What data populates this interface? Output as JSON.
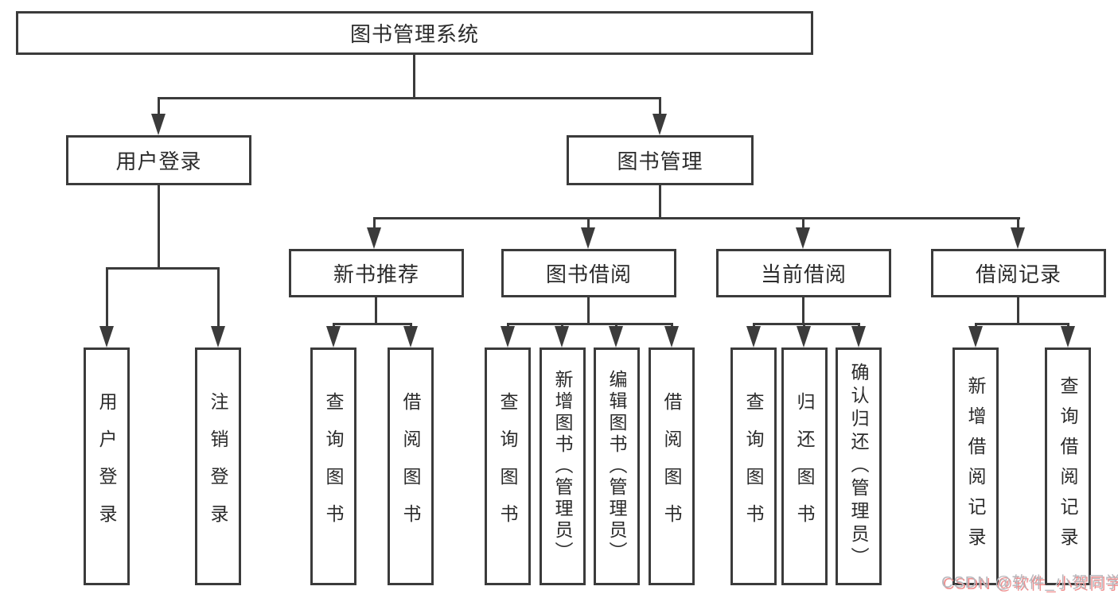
{
  "diagram_type": "hierarchy",
  "colors": {
    "line": "#3b3b3b",
    "box_border": "#3b3b3b",
    "text": "#2b2b2b",
    "background": "#ffffff",
    "watermark_gray": "#b7b7bc",
    "watermark_red_shadow": "#ef8e8e"
  },
  "tree": {
    "root": {
      "label": "图书管理系统",
      "children": [
        {
          "label": "用户登录",
          "children": [
            {
              "label": "用户登录"
            },
            {
              "label": "注销登录"
            }
          ]
        },
        {
          "label": "图书管理",
          "children": [
            {
              "label": "新书推荐",
              "children": [
                {
                  "label": "查询图书"
                },
                {
                  "label": "借阅图书"
                }
              ]
            },
            {
              "label": "图书借阅",
              "children": [
                {
                  "label": "查询图书"
                },
                {
                  "label": "新增图书（管理员）"
                },
                {
                  "label": "编辑图书（管理员）"
                },
                {
                  "label": "借阅图书"
                }
              ]
            },
            {
              "label": "当前借阅",
              "children": [
                {
                  "label": "查询图书"
                },
                {
                  "label": "归还图书"
                },
                {
                  "label": "确认归还（管理员）"
                }
              ]
            },
            {
              "label": "借阅记录",
              "children": [
                {
                  "label": "新增借阅记录"
                },
                {
                  "label": "查询借阅记录"
                }
              ]
            }
          ]
        }
      ]
    }
  },
  "watermark": {
    "text": "CSDN @软件_小贺同学"
  }
}
